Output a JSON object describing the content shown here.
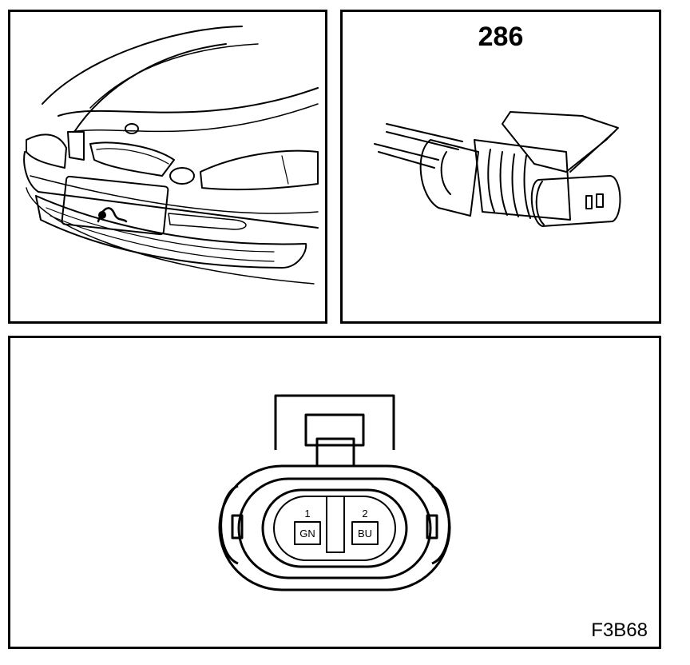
{
  "panels": {
    "car": {
      "name": "car-front-view"
    },
    "connector": {
      "reference": "286"
    },
    "face": {
      "pins": [
        {
          "number": "1",
          "wire_color": "GN"
        },
        {
          "number": "2",
          "wire_color": "BU"
        }
      ],
      "figure_id": "F3B68"
    }
  },
  "colors": {
    "line": "#000000",
    "background": "#ffffff"
  }
}
